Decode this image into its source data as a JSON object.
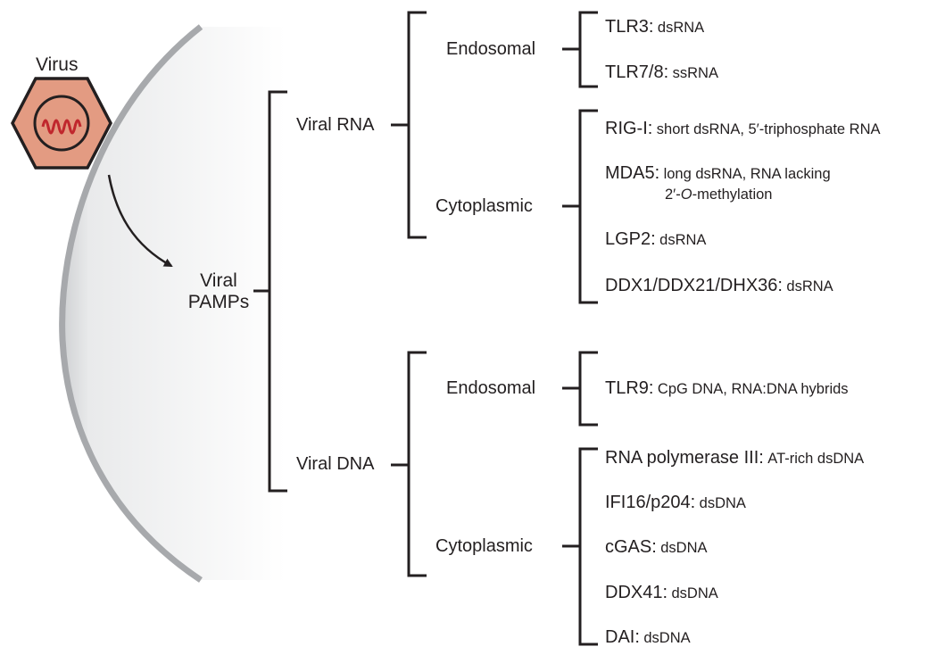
{
  "virus_label": "Virus",
  "pamps_label": [
    "Viral",
    "PAMPs"
  ],
  "rna": {
    "label": "Viral RNA",
    "endosomal": {
      "label": "Endosomal",
      "sensors": [
        {
          "name": "TLR3:",
          "ligand": "dsRNA"
        },
        {
          "name": "TLR7/8:",
          "ligand": "ssRNA"
        }
      ]
    },
    "cytoplasmic": {
      "label": "Cytoplasmic",
      "sensors": [
        {
          "name": "RIG-I:",
          "ligand": "short dsRNA, 5′-triphosphate RNA"
        },
        {
          "name": "MDA5:",
          "ligand": "long dsRNA, RNA lacking",
          "ligand_line2_pre": "2′-",
          "ligand_line2_italic": "O",
          "ligand_line2_post": "-methylation"
        },
        {
          "name": "LGP2:",
          "ligand": "dsRNA"
        },
        {
          "name": "DDX1/DDX21/DHX36:",
          "ligand": "dsRNA"
        }
      ]
    }
  },
  "dna": {
    "label": "Viral DNA",
    "endosomal": {
      "label": "Endosomal",
      "sensors": [
        {
          "name": "TLR9:",
          "ligand": "CpG DNA, RNA:DNA hybrids"
        }
      ]
    },
    "cytoplasmic": {
      "label": "Cytoplasmic",
      "sensors": [
        {
          "name": "RNA polymerase III:",
          "ligand": "AT-rich dsDNA"
        },
        {
          "name": "IFI16/p204:",
          "ligand": "dsDNA"
        },
        {
          "name": "cGAS:",
          "ligand": "dsDNA"
        },
        {
          "name": "DDX41:",
          "ligand": "dsDNA"
        },
        {
          "name": "DAI:",
          "ligand": "dsDNA"
        }
      ]
    }
  },
  "colors": {
    "line": "#231f20",
    "membrane_fill": "#eeeff0",
    "membrane_edge": "#a7a9ac",
    "virus_fill": "#e39b82",
    "virus_edge": "#231f20",
    "genome": "#c0272d"
  }
}
